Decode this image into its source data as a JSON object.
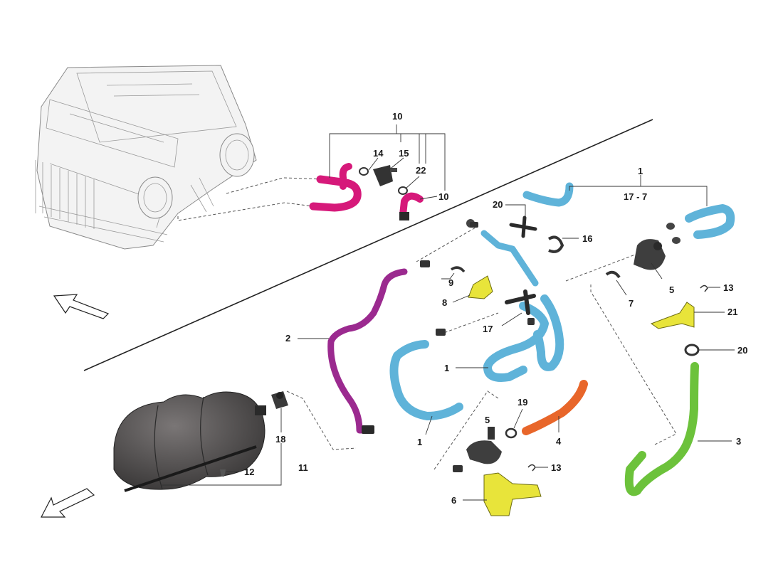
{
  "callouts": {
    "c10_top": "10",
    "c14": "14",
    "c15": "15",
    "c22": "22",
    "c10_right": "10",
    "c1_top": "1",
    "c17_7": "17 - 7",
    "c20_top": "20",
    "c16": "16",
    "c9": "9",
    "c8": "8",
    "c5_right": "5",
    "c13_right": "13",
    "c7": "7",
    "c21": "21",
    "c17": "17",
    "c2": "2",
    "c1_mid": "1",
    "c20_right": "20",
    "c19": "19",
    "c5_lower": "5",
    "c4": "4",
    "c1_low": "1",
    "c3": "3",
    "c13_lower": "13",
    "c6": "6",
    "c18": "18",
    "c12": "12",
    "c11": "11"
  },
  "part_colors": {
    "hose_magenta": "#d6197a",
    "hose_purple": "#9b2a8f",
    "hose_blue": "#5fb3d9",
    "hose_orange": "#e8662a",
    "hose_green": "#6cc23b",
    "bracket_yellow": "#e8e43a",
    "canister": "#5a5757",
    "valve": "#3e3e3e"
  },
  "icons": {
    "arrow_upper": "direction-arrow-icon",
    "arrow_lower": "direction-arrow-icon"
  }
}
